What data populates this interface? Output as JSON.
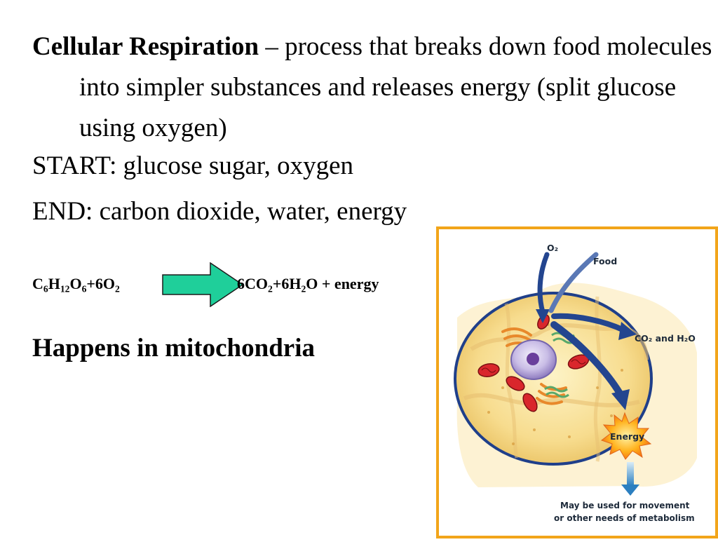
{
  "definition": {
    "term": "Cellular Respiration",
    "text": " – process that breaks down food molecules into simpler substances and releases energy (split glucose using oxygen)"
  },
  "start_line": "START: glucose sugar, oxygen",
  "end_line": "END: carbon dioxide, water, energy",
  "equation": {
    "reactants": [
      {
        "t": "C"
      },
      {
        "s": "6"
      },
      {
        "t": "H"
      },
      {
        "s": "12"
      },
      {
        "t": "O"
      },
      {
        "s": "6"
      },
      {
        "t": "+6O"
      },
      {
        "s": "2"
      }
    ],
    "products": [
      {
        "t": "6CO"
      },
      {
        "s": "2"
      },
      {
        "t": "+6H"
      },
      {
        "s": "2"
      },
      {
        "t": "O + energy"
      }
    ],
    "arrow_color": "#1fcf9a"
  },
  "location_line": "Happens in mitochondria",
  "figure": {
    "labels": {
      "o2": "O₂",
      "food": "Food",
      "products": "CO₂ and H₂O",
      "energy": "Energy"
    },
    "caption": [
      "May be used for movement",
      "or other needs of metabolism"
    ],
    "border_color": "#f2a51a",
    "arrow_color": "#23458f"
  }
}
